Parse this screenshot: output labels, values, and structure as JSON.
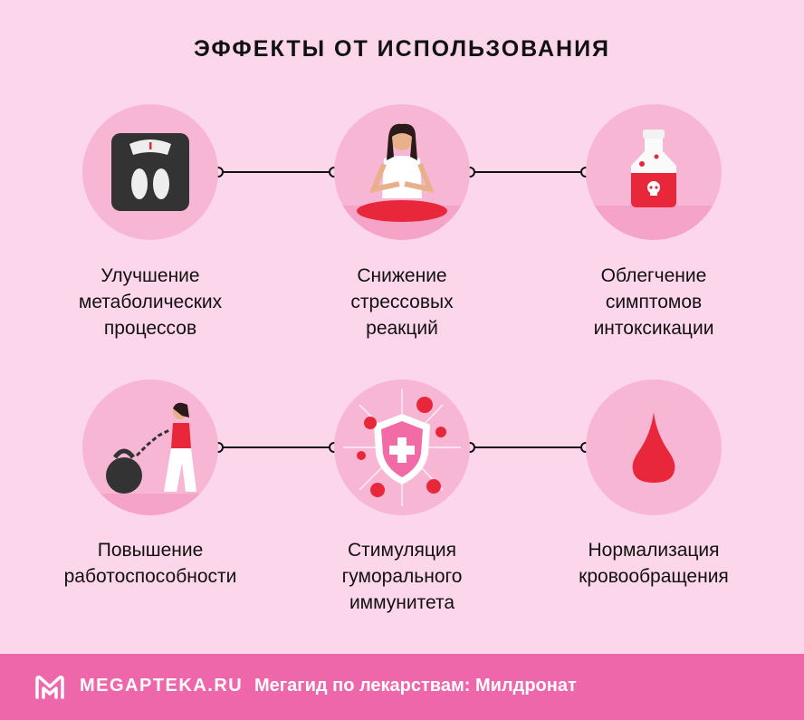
{
  "title": "ЭФФЕКТЫ ОТ ИСПОЛЬЗОВАНИЯ",
  "effects": [
    {
      "lines": [
        "Улучшение",
        "метаболических",
        "процессов"
      ],
      "icon": "scale-icon"
    },
    {
      "lines": [
        "Снижение",
        "стрессовых",
        "реакций"
      ],
      "icon": "meditation-icon"
    },
    {
      "lines": [
        "Облегчение",
        "симптомов",
        "интоксикации"
      ],
      "icon": "poison-bottle-icon"
    },
    {
      "lines": [
        "Повышение",
        "работоспособности"
      ],
      "icon": "kettlebell-chain-icon"
    },
    {
      "lines": [
        "Стимуляция",
        "гуморального",
        "иммунитета"
      ],
      "icon": "immune-shield-icon"
    },
    {
      "lines": [
        "Нормализация",
        "кровообращения"
      ],
      "icon": "blood-drop-icon"
    }
  ],
  "footer": {
    "brand": "MEGAPTEKA.RU",
    "tagline": "Мегагид по лекарствам: Милдронат"
  },
  "colors": {
    "background": "#fcd6ea",
    "circle": "#f8b6d5",
    "accent_red": "#e8283a",
    "footer": "#ee67ab"
  }
}
